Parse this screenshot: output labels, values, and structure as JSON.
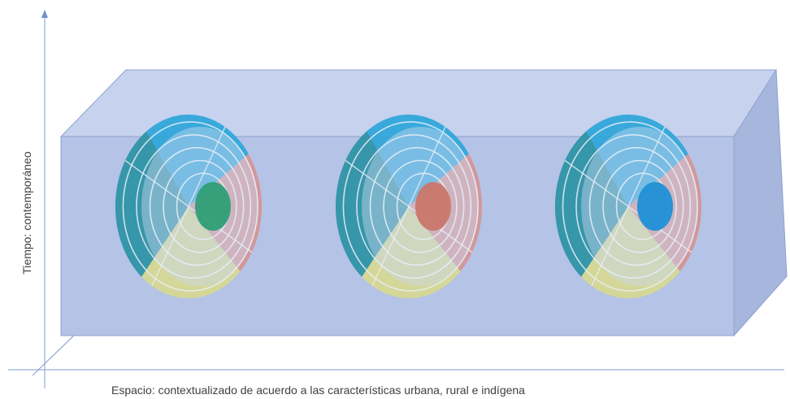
{
  "labels": {
    "y_axis": "Tiempo: contemporáneo",
    "x_axis": "Espacio: contextualizado de acuerdo a las características urbana, rural e indígena"
  },
  "colors": {
    "box_front": "#b4c3e6",
    "box_top": "#c6d2ee",
    "box_side": "#a6b6dc",
    "box_edge": "#8ea2cf",
    "axis": "#a9bde3",
    "arrow": "#6f8fce",
    "seg_left": "#2f93a7",
    "seg_top": "#31a6d9",
    "seg_right": "#d88f8c",
    "seg_bottom": "#d7d98e",
    "grid_line": "#e8eef8"
  },
  "circles": [
    {
      "name": "circle-left",
      "center_color": "#2e9f76"
    },
    {
      "name": "circle-middle",
      "center_color": "#c9776a"
    },
    {
      "name": "circle-right",
      "center_color": "#1e90d6"
    }
  ]
}
